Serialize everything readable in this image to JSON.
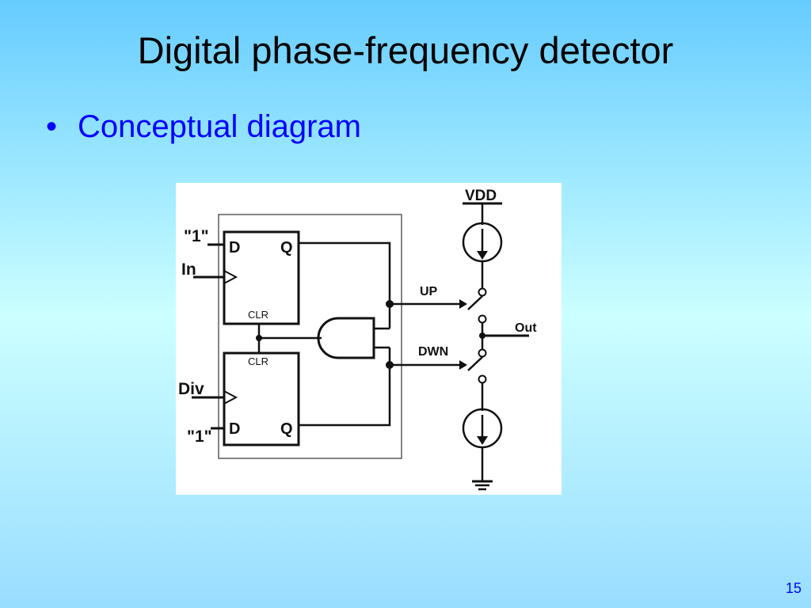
{
  "slide": {
    "title": "Digital phase-frequency detector",
    "bullet": "Conceptual diagram",
    "bullet_symbol": "•",
    "page_number": "15"
  },
  "diagram": {
    "ff_top": {
      "d": "D",
      "q": "Q",
      "clr": "CLR"
    },
    "ff_bottom": {
      "d": "D",
      "q": "Q",
      "clr": "CLR"
    },
    "inputs": {
      "one_top": "\"1\"",
      "in": "In",
      "div": "Div",
      "one_bottom": "\"1\""
    },
    "signals": {
      "up": "UP",
      "dwn": "DWN"
    },
    "supply": "VDD",
    "output": "Out"
  }
}
